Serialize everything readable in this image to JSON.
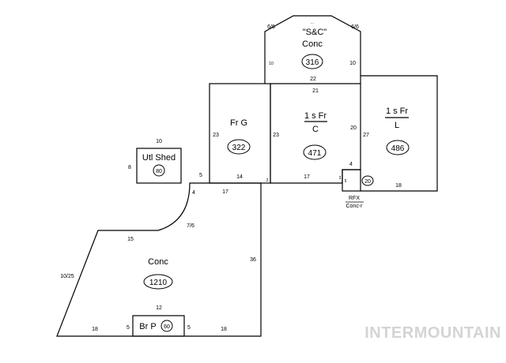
{
  "sketch": {
    "sc": {
      "name": "\"S&C\"",
      "material": "Conc",
      "area": "316",
      "mark": "...",
      "dims": {
        "top_left_chamfer": "6/6",
        "top_right_chamfer": "6/6",
        "left": "10",
        "right": "10",
        "bottom": "22"
      }
    },
    "living_c": {
      "name": "1 s Fr",
      "code": "C",
      "area": "471",
      "dims": {
        "top": "21",
        "left": "23",
        "right": "20",
        "bottom": "17",
        "notch_left": "3",
        "notch_bottom": "2"
      }
    },
    "garage": {
      "name": "Fr G",
      "area": "322",
      "dims": {
        "left": "23",
        "bottom": "14"
      }
    },
    "living_l": {
      "name": "1 s Fr",
      "code": "L",
      "area": "486",
      "dims": {
        "left": "27",
        "bottom": "18"
      }
    },
    "rfx": {
      "name": "RFX",
      "material": "Conc-r",
      "area": "20",
      "dims": {
        "top": "4",
        "left": "5"
      }
    },
    "shed": {
      "name": "Utl Shed",
      "area": "80",
      "dims": {
        "top": "10",
        "left": "8"
      }
    },
    "patio": {
      "material": "Conc",
      "area": "1210",
      "dims": {
        "top": "17",
        "top_left": "4",
        "step": "5",
        "curve": "7/6",
        "diagonal_top": "15",
        "diagonal_side": "10/25",
        "right": "36",
        "bottom_left": "18",
        "bottom_right": "18"
      }
    },
    "porch": {
      "name": "Br P",
      "area": "60",
      "dims": {
        "top": "12",
        "left": "5",
        "right": "5"
      }
    }
  },
  "watermark": "INTERMOUNTAIN"
}
